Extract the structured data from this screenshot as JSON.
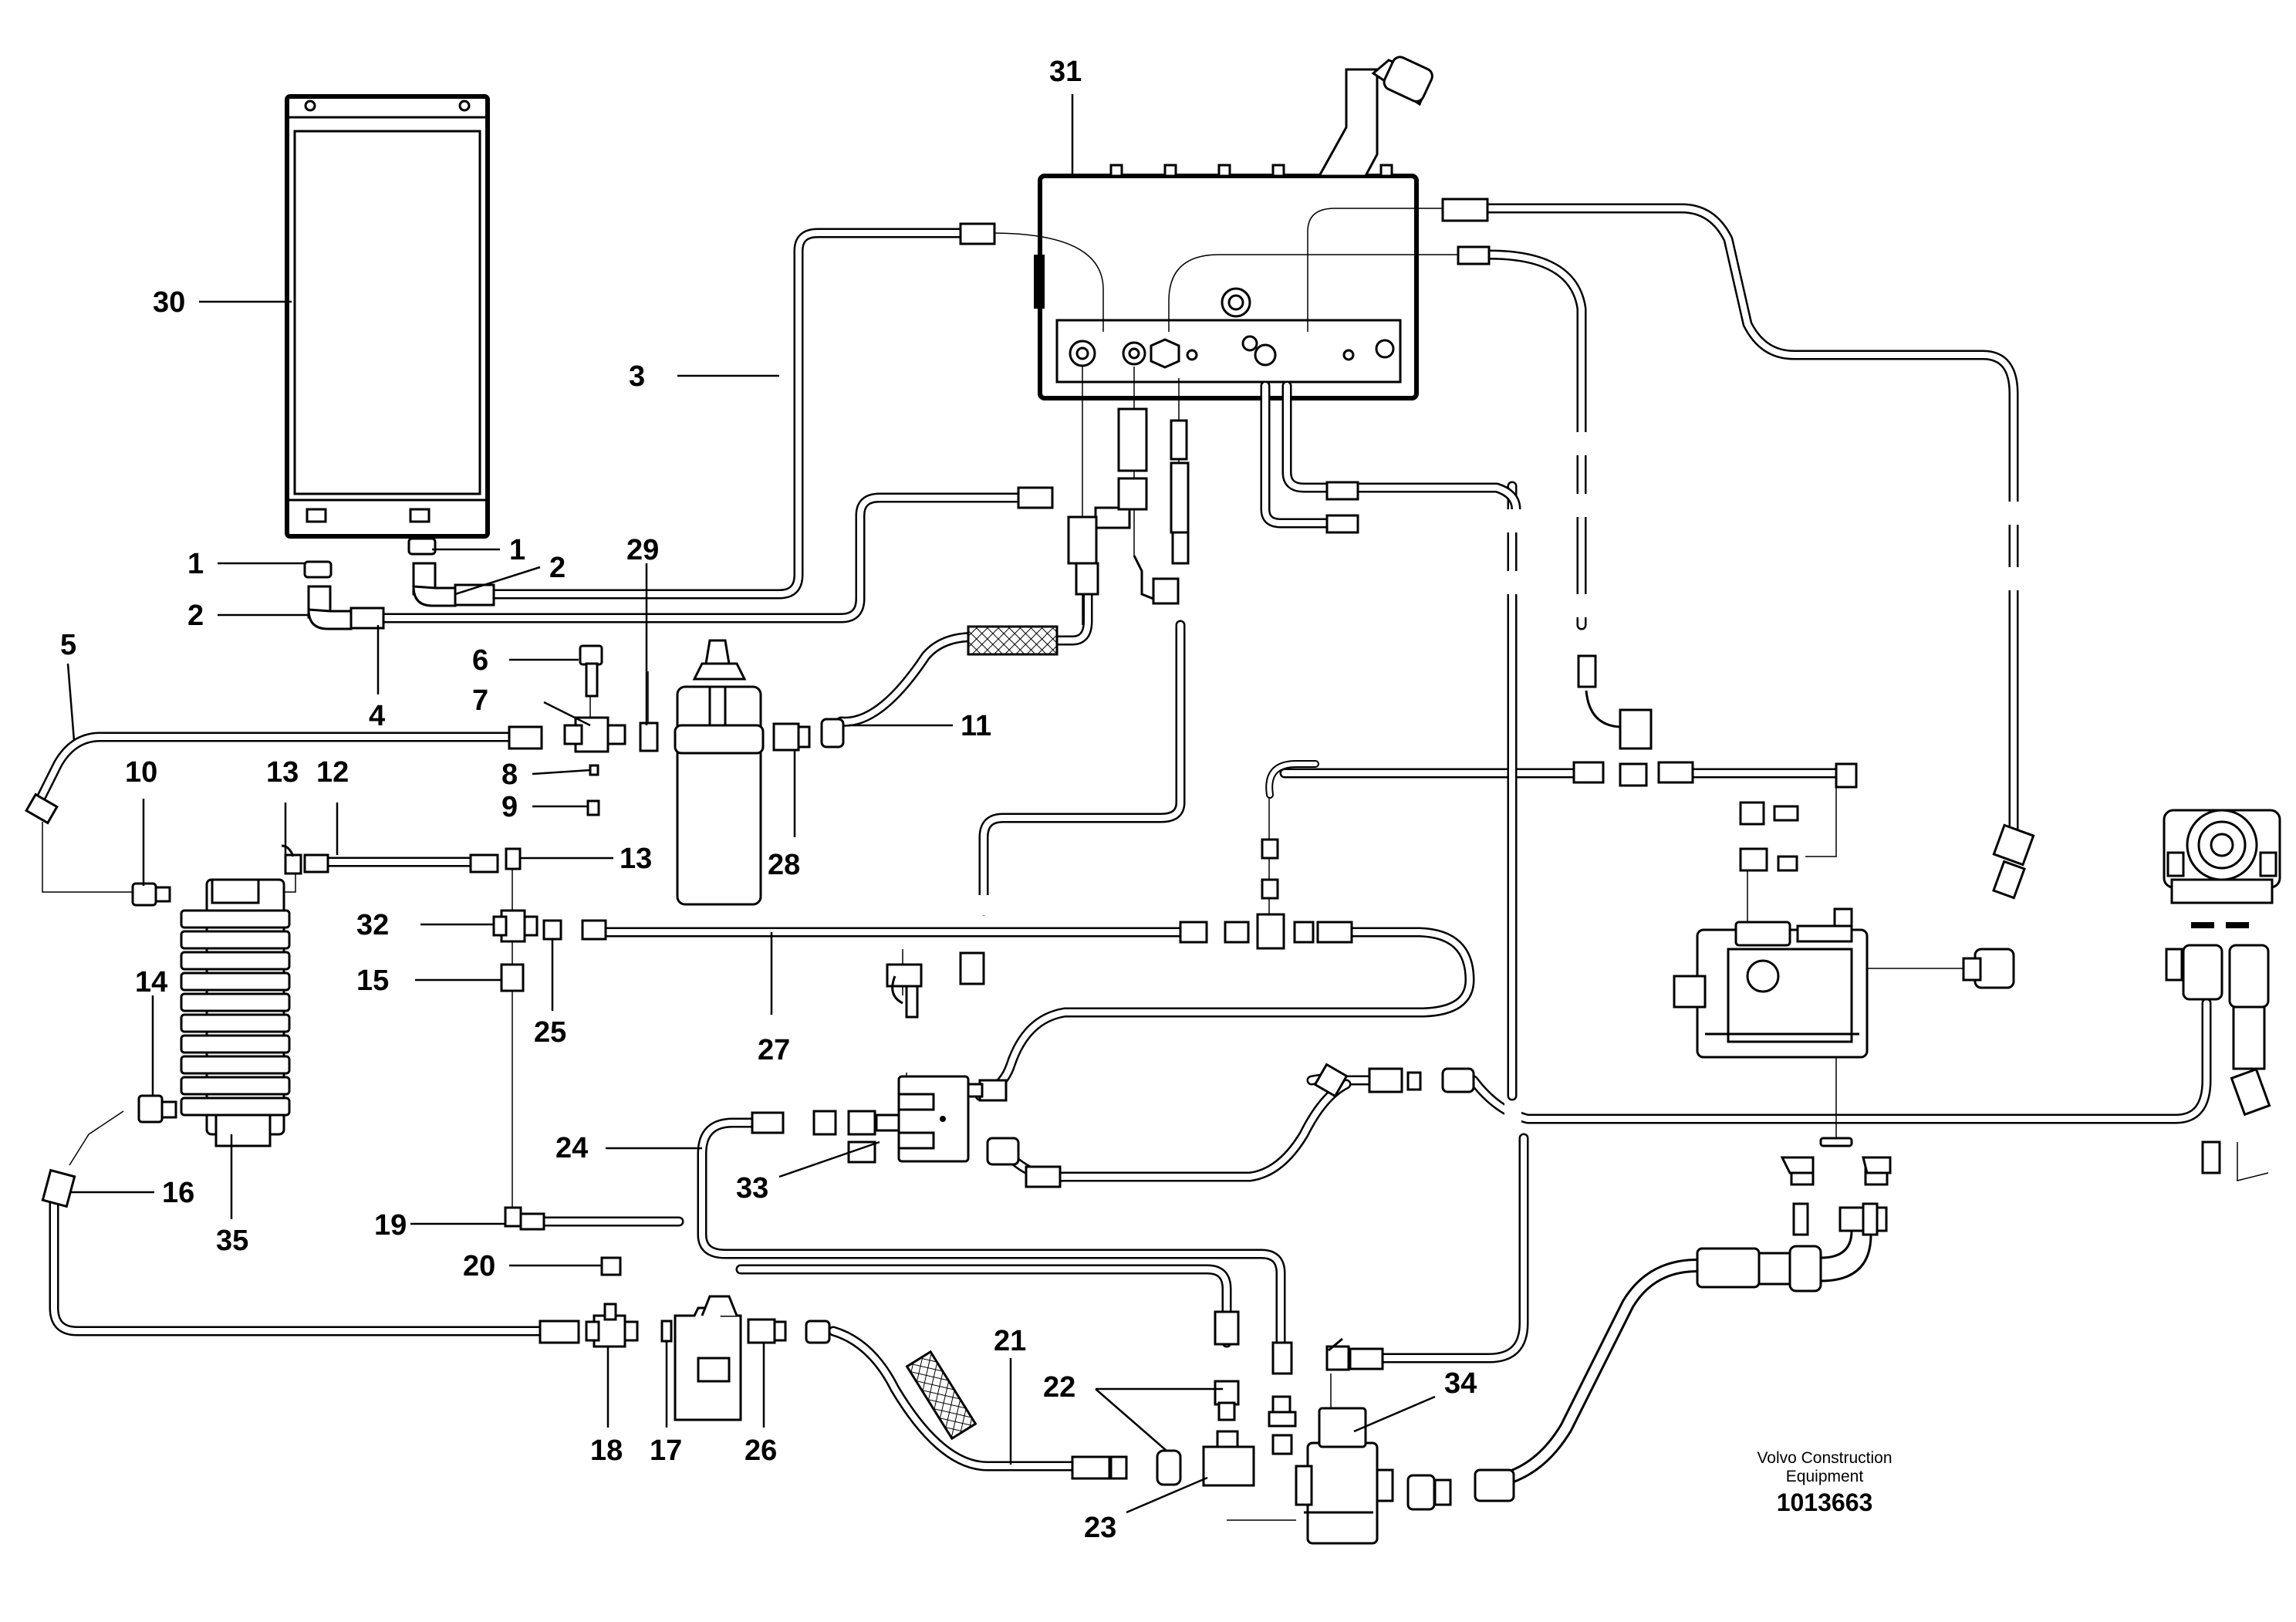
{
  "diagram": {
    "labels": {
      "l1a": "1",
      "l1b": "1",
      "l2a": "2",
      "l2b": "2",
      "l3": "3",
      "l4": "4",
      "l5": "5",
      "l6": "6",
      "l7": "7",
      "l8": "8",
      "l9": "9",
      "l10": "10",
      "l11": "11",
      "l12": "12",
      "l13a": "13",
      "l13b": "13",
      "l14": "14",
      "l15": "15",
      "l16": "16",
      "l17": "17",
      "l18": "18",
      "l19": "19",
      "l20": "20",
      "l21": "21",
      "l22": "22",
      "l23": "23",
      "l24": "24",
      "l25": "25",
      "l26": "26",
      "l27": "27",
      "l28": "28",
      "l29": "29",
      "l30": "30",
      "l31": "31",
      "l32": "32",
      "l33": "33",
      "l34": "34",
      "l35": "35"
    },
    "credit_line1": "Volvo Construction",
    "credit_line2": "Equipment",
    "doc_number": "1013663"
  }
}
